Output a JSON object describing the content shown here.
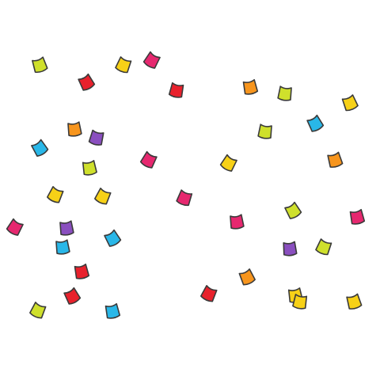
{
  "scene": {
    "background": "#ffffff",
    "outline_color": "#3a3a3a",
    "palette": {
      "yellow": "#f7d117",
      "lime": "#cfe02c",
      "orange": "#f7951d",
      "red": "#e8212c",
      "pink": "#e6286f",
      "purple": "#8a4fbf",
      "cyan": "#29b7e8"
    },
    "confetti_colors": [
      "lime",
      "red",
      "yellow",
      "pink",
      "red",
      "orange",
      "lime",
      "yellow",
      "orange",
      "purple",
      "lime",
      "cyan",
      "cyan",
      "lime",
      "pink",
      "yellow",
      "orange",
      "yellow",
      "yellow",
      "pink",
      "pink",
      "purple",
      "cyan",
      "pink",
      "lime",
      "pink",
      "cyan",
      "purple",
      "lime",
      "red",
      "orange",
      "red",
      "red",
      "yellow",
      "yellow",
      "lime",
      "cyan",
      "yellow",
      "lime"
    ]
  }
}
